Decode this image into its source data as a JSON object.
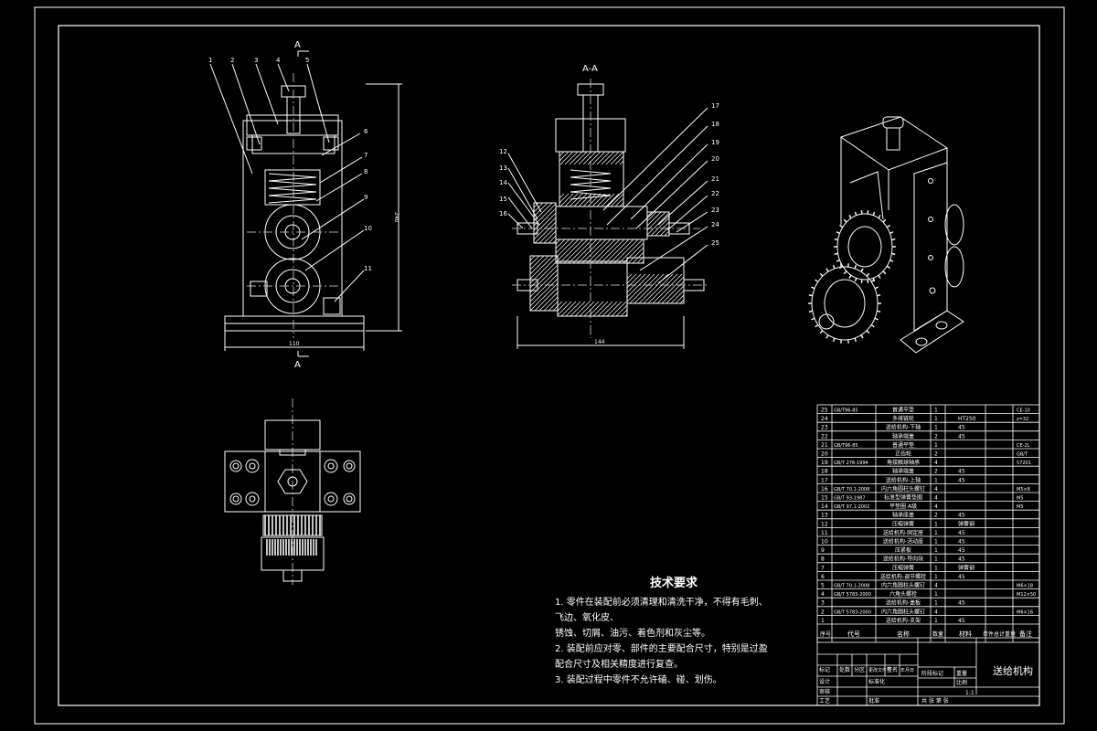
{
  "views": {
    "front_section_label": "A",
    "section_title": "A-A",
    "front_dims": {
      "width": "110",
      "height": "240"
    },
    "section_dim": "144"
  },
  "balloons_front": [
    "1",
    "2",
    "3",
    "4",
    "5",
    "6",
    "7",
    "8",
    "9",
    "10",
    "11"
  ],
  "balloons_section": [
    "12",
    "13",
    "14",
    "15",
    "16",
    "17",
    "18",
    "19",
    "20",
    "21",
    "22",
    "23",
    "24",
    "25"
  ],
  "bom": {
    "rows": [
      {
        "no": "25",
        "code": "GB/T96-85",
        "name": "普通平垫",
        "qty": "1",
        "mat": "",
        "remark": "CE-10"
      },
      {
        "no": "24",
        "code": "",
        "name": "多排链轮",
        "qty": "1",
        "mat": "HT250",
        "remark": "z=32"
      },
      {
        "no": "23",
        "code": "",
        "name": "送给机构-下轴",
        "qty": "1",
        "mat": "45",
        "remark": ""
      },
      {
        "no": "22",
        "code": "",
        "name": "轴承端盖",
        "qty": "2",
        "mat": "45",
        "remark": ""
      },
      {
        "no": "21",
        "code": "GB/T96-85",
        "name": "普通平垫",
        "qty": "1",
        "mat": "",
        "remark": "CE-2L"
      },
      {
        "no": "20",
        "code": "",
        "name": "正齿轮",
        "qty": "2",
        "mat": "",
        "remark": "GB/T"
      },
      {
        "no": "19",
        "code": "GB/T 276-1994",
        "name": "角接触球轴承",
        "qty": "4",
        "mat": "",
        "remark": "57201"
      },
      {
        "no": "18",
        "code": "",
        "name": "轴承端盖",
        "qty": "2",
        "mat": "45",
        "remark": ""
      },
      {
        "no": "17",
        "code": "",
        "name": "送给机构-上轴",
        "qty": "1",
        "mat": "45",
        "remark": ""
      },
      {
        "no": "16",
        "code": "GB/T 70.1-2008",
        "name": "内六角圆柱头螺钉",
        "qty": "4",
        "mat": "",
        "remark": "M5×8"
      },
      {
        "no": "15",
        "code": "GB/T 93-1987",
        "name": "标准型弹簧垫圈",
        "qty": "4",
        "mat": "",
        "remark": "M5"
      },
      {
        "no": "14",
        "code": "GB/T 97.1-2002",
        "name": "平垫圈 A级",
        "qty": "4",
        "mat": "",
        "remark": "M5"
      },
      {
        "no": "13",
        "code": "",
        "name": "轴承座盖",
        "qty": "2",
        "mat": "45",
        "remark": ""
      },
      {
        "no": "12",
        "code": "",
        "name": "压缩弹簧",
        "qty": "1",
        "mat": "弹簧钢",
        "remark": ""
      },
      {
        "no": "11",
        "code": "",
        "name": "送给机构-固定座",
        "qty": "1",
        "mat": "45",
        "remark": ""
      },
      {
        "no": "10",
        "code": "",
        "name": "送给机构-活动座",
        "qty": "1",
        "mat": "45",
        "remark": ""
      },
      {
        "no": "9",
        "code": "",
        "name": "压紧板",
        "qty": "1",
        "mat": "45",
        "remark": ""
      },
      {
        "no": "8",
        "code": "",
        "name": "送给机构-导向块",
        "qty": "1",
        "mat": "45",
        "remark": ""
      },
      {
        "no": "7",
        "code": "",
        "name": "压缩弹簧",
        "qty": "1",
        "mat": "弹簧钢",
        "remark": ""
      },
      {
        "no": "6",
        "code": "",
        "name": "送给机构-调节螺栓",
        "qty": "1",
        "mat": "45",
        "remark": ""
      },
      {
        "no": "5",
        "code": "GB/T 70.1-2008",
        "name": "内六角圆柱头螺钉",
        "qty": "4",
        "mat": "",
        "remark": "M6×18"
      },
      {
        "no": "4",
        "code": "GB/T 5783-2000",
        "name": "六角头螺栓",
        "qty": "1",
        "mat": "",
        "remark": "M12×50"
      },
      {
        "no": "3",
        "code": "",
        "name": "送给机构-盖板",
        "qty": "1",
        "mat": "45",
        "remark": ""
      },
      {
        "no": "2",
        "code": "GB/T 5783-2000",
        "name": "内六角圆柱头螺钉",
        "qty": "4",
        "mat": "",
        "remark": "M6×16"
      },
      {
        "no": "1",
        "code": "",
        "name": "送给机构-支架",
        "qty": "1",
        "mat": "45",
        "remark": ""
      }
    ],
    "header": {
      "no": "序号",
      "code": "代号",
      "name": "名称",
      "qty": "数量",
      "mat": "材料",
      "mass": "单件总计重量",
      "remark": "备注"
    }
  },
  "title_block": {
    "drawing_name": "送给机构",
    "c_mark": "标记",
    "c_count": "处数",
    "c_zone": "分区",
    "c_doc": "更改文件号",
    "c_sign": "签名",
    "c_date": "年月日",
    "c_design": "设计",
    "c_std": "标准化",
    "c_review": "审核",
    "c_craft": "工艺",
    "c_approve": "批准",
    "c_stage": "阶段标记",
    "c_weight": "重量",
    "c_scale": "比例",
    "scale": "1:1",
    "c_sheets": "共 张 第 张"
  },
  "tech_requirements": {
    "title": "技术要求",
    "lines": [
      "1. 零件在装配前必须清理和清洗干净，不得有毛刺、",
      "飞边、氧化皮、",
      "   锈蚀、切屑、油污、着色剂和灰尘等。",
      "2. 装配前应对零、部件的主要配合尺寸，特别是过盈",
      "配合尺寸及相关精度进行复查。",
      "3. 装配过程中零件不允许磕、碰、划伤。"
    ]
  }
}
